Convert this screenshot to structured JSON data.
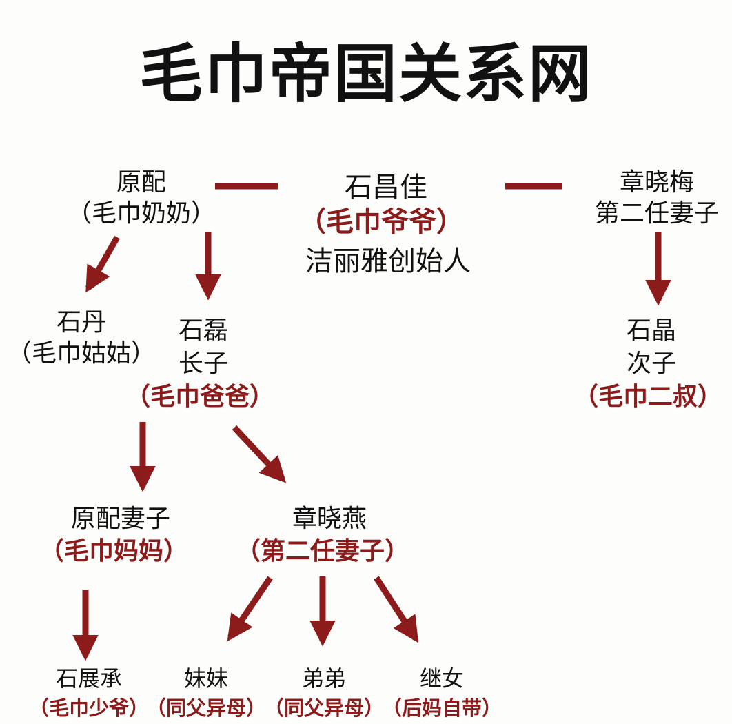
{
  "title": "毛巾帝国关系网",
  "accent_color": "#8c1c1c",
  "text_color": "#111111",
  "nodes": {
    "grandmother": {
      "line1": "原配",
      "line2": "（毛巾奶奶）"
    },
    "founder": {
      "name": "石昌佳",
      "alias": "（毛巾爷爷）",
      "role": "洁丽雅创始人"
    },
    "second_wife": {
      "line1": "章晓梅",
      "line2": "第二任妻子"
    },
    "shi_dan": {
      "name": "石丹",
      "alias": "（毛巾姑姑）"
    },
    "shi_lei": {
      "name": "石磊",
      "role": "长子",
      "alias": "（毛巾爸爸）"
    },
    "shi_jing": {
      "name": "石晶",
      "role": "次子",
      "alias": "（毛巾二叔）"
    },
    "first_wife_lei": {
      "name": "原配妻子",
      "alias": "（毛巾妈妈）"
    },
    "zhang_xiaoyan": {
      "name": "章晓燕",
      "alias": "（第二任妻子）"
    },
    "shi_zhancheng": {
      "name": "石展承",
      "alias": "（毛巾少爷）"
    },
    "sister": {
      "name": "妹妹",
      "alias": "（同父异母）"
    },
    "brother": {
      "name": "弟弟",
      "alias": "（同父异母）"
    },
    "stepdaughter": {
      "name": "继女",
      "alias": "（后妈自带）"
    }
  }
}
